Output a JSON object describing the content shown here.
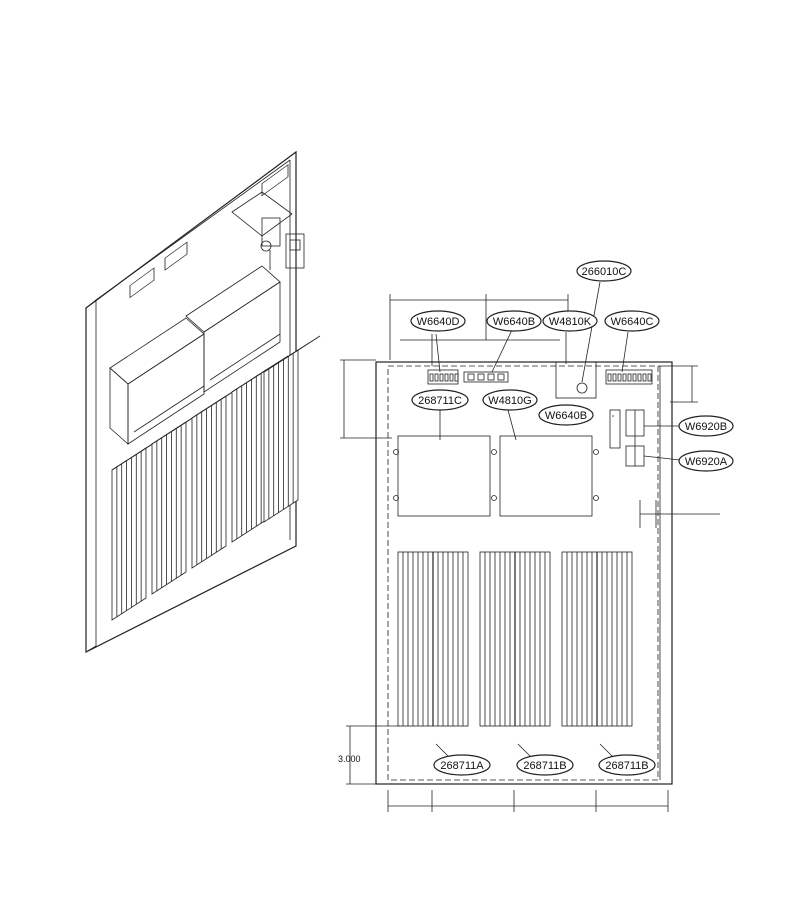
{
  "callouts": {
    "c266010C": "266010C",
    "cW6640D": "W6640D",
    "cW6640B_top": "W6640B",
    "cW4810K": "W4810K",
    "cW6640C": "W6640C",
    "c268711C": "268711C",
    "cW4810G": "W4810G",
    "cW6640B_side": "W6640B",
    "cW6920B": "W6920B",
    "cW6920A": "W6920A",
    "c268711A": "268711A",
    "c268711B_mid": "268711B",
    "c268711B_right": "268711B"
  },
  "dimensions": {
    "bottom_offset": "3.000"
  },
  "colors": {
    "line": "#222222",
    "background": "#ffffff"
  }
}
